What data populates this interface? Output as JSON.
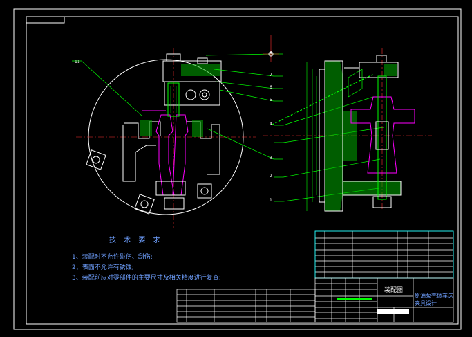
{
  "technical_requirements": {
    "title": "技 术 要 求",
    "items": [
      "1、装配时不允许碰伤、刮伤;",
      "2、表面不允许有锈蚀;",
      "3、装配前应对零部件的主要尺寸及相关精度进行复查;"
    ]
  },
  "title_block": {
    "drawing_title": "装配图",
    "product_name": "原油泵壳体车床夹具设计"
  },
  "callouts": {
    "left_view": [
      "11"
    ],
    "middle": [
      "8",
      "7",
      "6",
      "5",
      "4",
      "3",
      "2",
      "1"
    ]
  },
  "colors": {
    "background": "#000000",
    "frame": "#ffffff",
    "outline": "#ffffff",
    "part_green": "#00ff00",
    "part_magenta": "#ff00ff",
    "leader_cyan": "#00ffff",
    "text_blue": "#6fa0ff"
  }
}
